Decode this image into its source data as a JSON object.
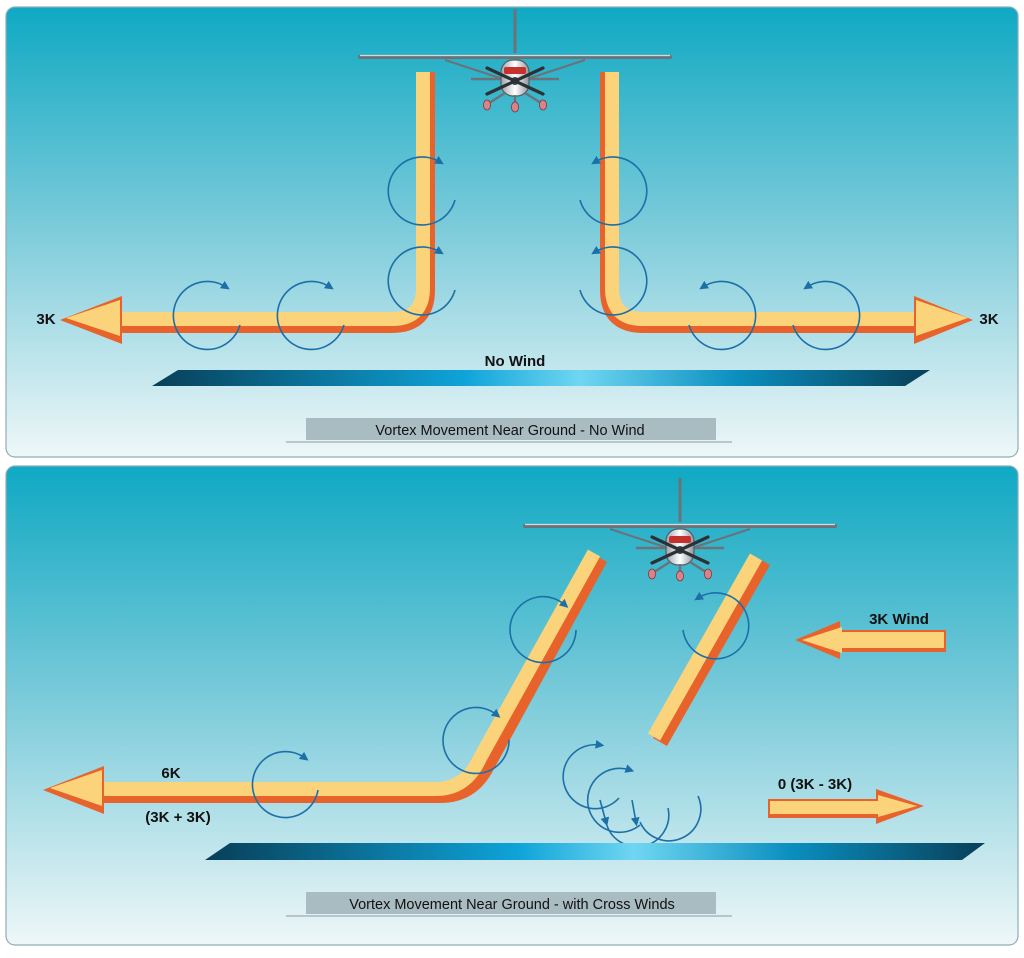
{
  "panels": {
    "top": {
      "caption": "Vortex Movement Near Ground - No Wind",
      "wind_label": "No Wind",
      "left_label": "3K",
      "right_label": "3K"
    },
    "bottom": {
      "caption": "Vortex Movement Near Ground - with Cross Winds",
      "left_label": "6K",
      "left_sublabel": "(3K + 3K)",
      "crosswind_label": "3K Wind",
      "right_label": "0 (3K - 3K)"
    }
  },
  "colors": {
    "sky_top": "#0fa9c3",
    "sky_bottom": "#eaf5f6",
    "trail_fill": "#fbd37a",
    "trail_edge": "#e8632c",
    "vortex": "#1d6fa8",
    "caption_box": "#a9bcc2",
    "ground_dark": "#0a4a66",
    "ground_light": "#45c6ee"
  }
}
